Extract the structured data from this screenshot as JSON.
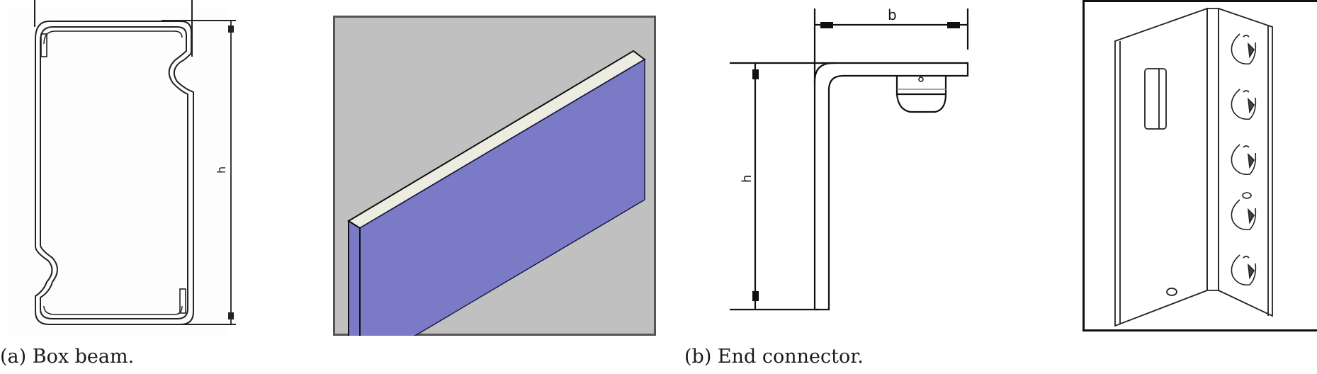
{
  "figure": {
    "subfigures": [
      {
        "id": "a",
        "caption": "(a) Box beam.",
        "panels": [
          {
            "name": "box-beam-cross-section",
            "dimension_labels": {
              "height": "h"
            }
          },
          {
            "name": "box-beam-isometric-3d",
            "colors": {
              "background": "#c0c0c0",
              "face": "#7a7ac6",
              "top": "#ecede0",
              "edge": "#111111"
            }
          }
        ]
      },
      {
        "id": "b",
        "caption": "(b) End connector.",
        "panels": [
          {
            "name": "end-connector-side-view",
            "dimension_labels": {
              "width": "b",
              "height": "h"
            }
          },
          {
            "name": "end-connector-isometric",
            "hook_slots": 5
          }
        ]
      }
    ]
  }
}
